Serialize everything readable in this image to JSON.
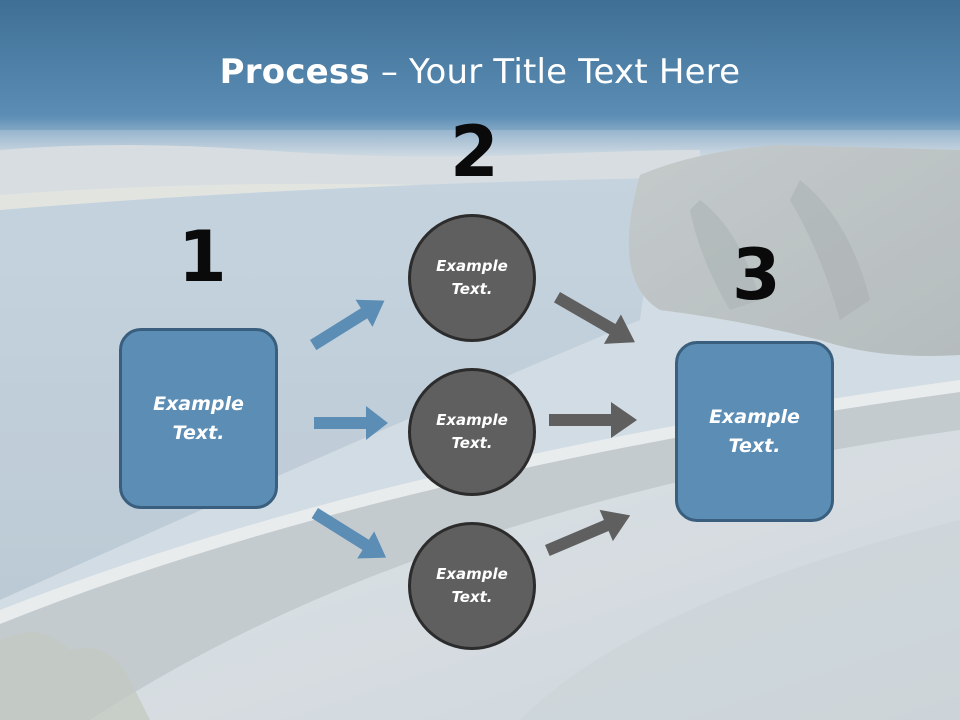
{
  "title": {
    "bold": "Process",
    "dash": " – ",
    "rest": "Your Title Text Here"
  },
  "steps": {
    "one": "1",
    "two": "2",
    "three": "3"
  },
  "boxes": {
    "left": "Example\nText.",
    "right": "Example\nText."
  },
  "circles": [
    {
      "text": "Example\nText."
    },
    {
      "text": "Example\nText."
    },
    {
      "text": "Example\nText."
    }
  ],
  "colors": {
    "title_bar": "#4f86ad",
    "box_fill": "#5b8db5",
    "box_border": "#3a5f7e",
    "circle_fill": "#5f5f5f",
    "blue_arrow": "#5b8db5",
    "gray_arrow": "#5f5f5f"
  }
}
